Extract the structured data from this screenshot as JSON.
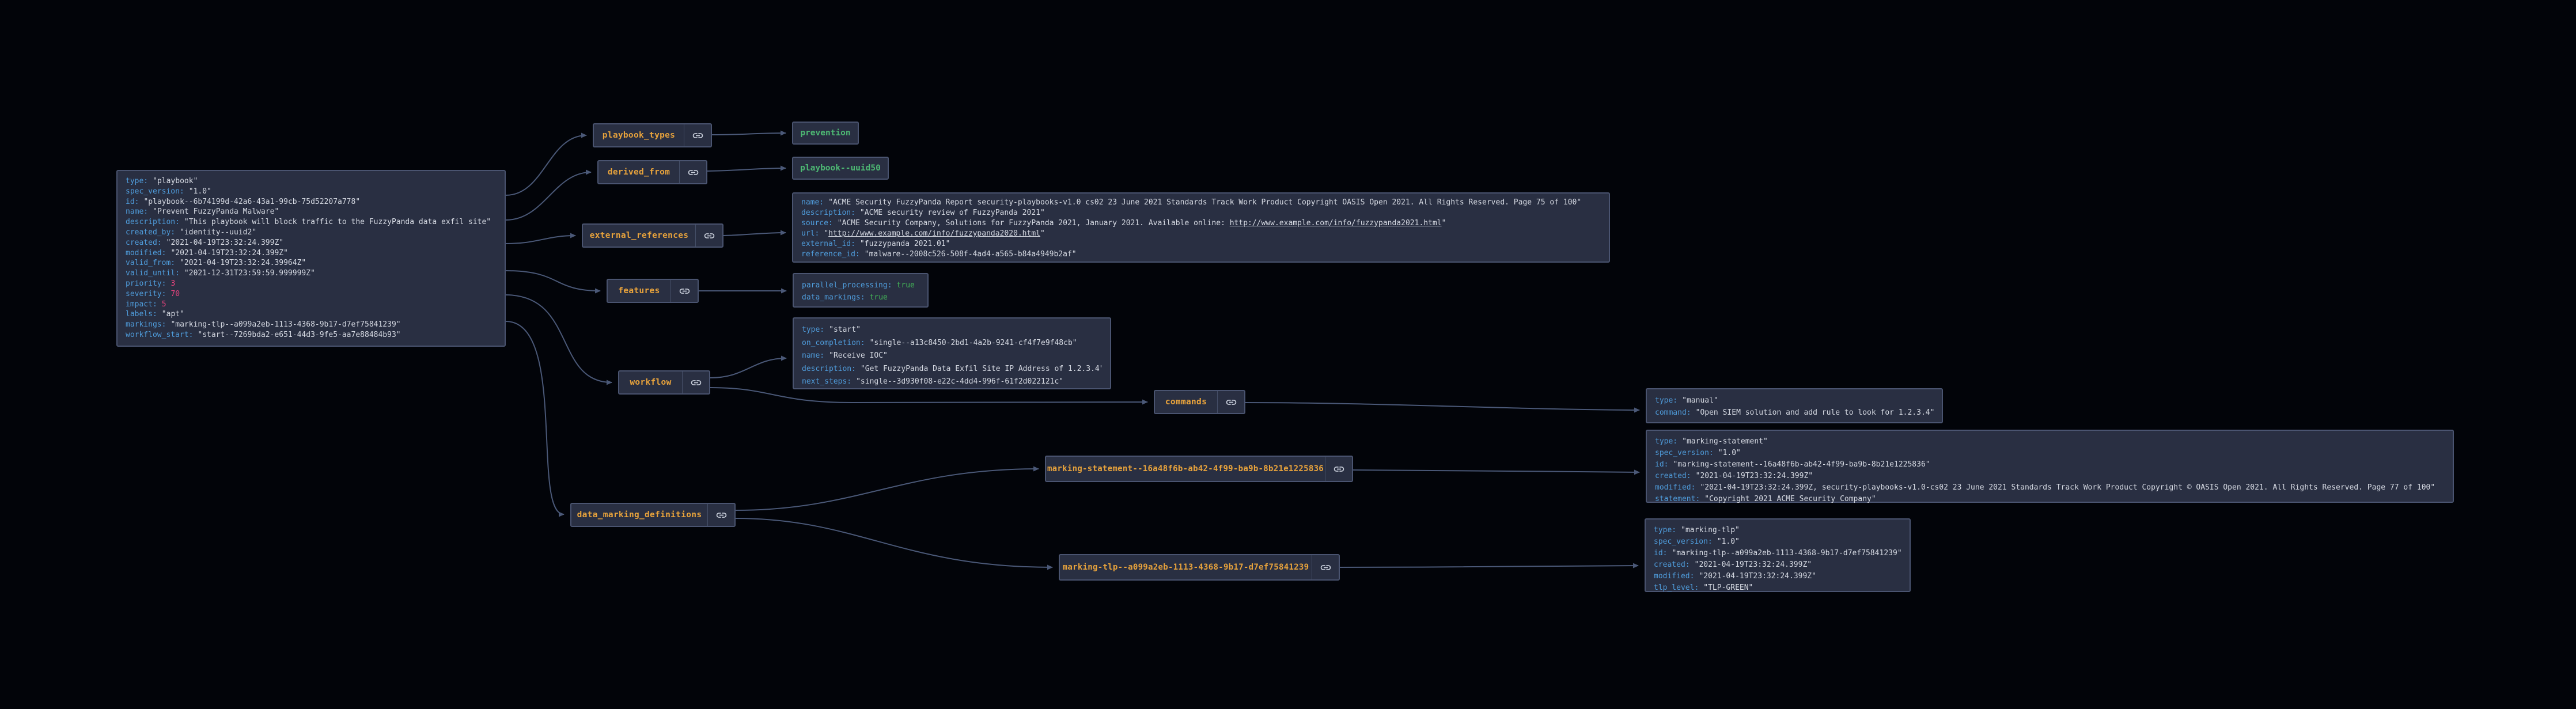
{
  "colors": {
    "background": "#020409",
    "node_fill": "#292f42",
    "node_border": "#4a5470",
    "edge": "#4a5877",
    "key_blue": "#4f9cdb",
    "value_light": "#d6dae3",
    "number_pink": "#e8447e",
    "boolean_green": "#43b457",
    "label_orange": "#e8a33c",
    "value_green": "#4db873",
    "icon_gray": "#c9cfdb"
  },
  "icons": {
    "link": "link-icon"
  },
  "playbook_node": {
    "lines": [
      {
        "key": "type:",
        "value": "\"playbook\""
      },
      {
        "key": "spec_version:",
        "value": "\"1.0\""
      },
      {
        "key": "id:",
        "value": "\"playbook--6b74199d-42a6-43a1-99cb-75d52207a778\""
      },
      {
        "key": "name:",
        "value": "\"Prevent FuzzyPanda Malware\""
      },
      {
        "key": "description:",
        "value": "\"This playbook will block traffic to the FuzzyPanda data exfil site\""
      },
      {
        "key": "created_by:",
        "value": "\"identity--uuid2\""
      },
      {
        "key": "created:",
        "value": "\"2021-04-19T23:32:24.399Z\""
      },
      {
        "key": "modified:",
        "value": "\"2021-04-19T23:32:24.399Z\""
      },
      {
        "key": "valid_from:",
        "value": "\"2021-04-19T23:32:24.39964Z\""
      },
      {
        "key": "valid_until:",
        "value": "\"2021-12-31T23:59:59.999999Z\""
      },
      {
        "key": "priority:",
        "value": "3"
      },
      {
        "key": "severity:",
        "value": "70"
      },
      {
        "key": "impact:",
        "value": "5"
      },
      {
        "key": "labels:",
        "value": "\"apt\""
      },
      {
        "key": "markings:",
        "value": "\"marking-tlp--a099a2eb-1113-4368-9b17-d7ef75841239\""
      },
      {
        "key": "workflow_start:",
        "value": "\"start--7269bda2-e651-44d3-9fe5-aa7e88484b93\""
      }
    ]
  },
  "labels": {
    "playbook_types": "playbook_types",
    "derived_from": "derived_from",
    "external_references": "external_references",
    "features": "features",
    "workflow": "workflow",
    "commands": "commands",
    "data_marking_definitions": "data_marking_definitions",
    "marking_statement": "marking-statement--16a48f6b-ab42-4f99-ba9b-8b21e1225836",
    "marking_tlp": "marking-tlp--a099a2eb-1113-4368-9b17-d7ef75841239"
  },
  "values": {
    "playbook_type": "prevention",
    "derived_from": "playbook--uuid50"
  },
  "external_references_node": {
    "lines": [
      {
        "key": "name:",
        "value": "\"ACME Security FuzzyPanda Report security-playbooks-v1.0 cs02 23 June 2021 Standards Track Work Product Copyright OASIS Open 2021. All Rights Reserved. Page 75 of 100\""
      },
      {
        "key": "description:",
        "value": "\"ACME security review of FuzzyPanda 2021\""
      },
      {
        "key": "source:",
        "pre": "\"ACME Security Company, Solutions for FuzzyPanda 2021, January 2021. Available online: ",
        "link": "http://www.example.com/info/fuzzypanda2021.html",
        "post": "\""
      },
      {
        "key": "url:",
        "pre": "\"",
        "link": "http://www.example.com/info/fuzzypanda2020.html",
        "post": "\""
      },
      {
        "key": "external_id:",
        "value": "\"fuzzypanda 2021.01\""
      },
      {
        "key": "reference_id:",
        "value": "\"malware--2008c526-508f-4ad4-a565-b84a4949b2af\""
      }
    ]
  },
  "features_node": {
    "lines": [
      {
        "key": "parallel_processing:",
        "value": "true"
      },
      {
        "key": "data_markings:",
        "value": "true"
      }
    ]
  },
  "workflow_start_node": {
    "lines": [
      {
        "key": "type:",
        "value": "\"start\""
      },
      {
        "key": "on_completion:",
        "value": "\"single--a13c8450-2bd1-4a2b-9241-cf4f7e9f48cb\""
      },
      {
        "key": "name:",
        "value": "\"Receive IOC\""
      },
      {
        "key": "description:",
        "value": "\"Get FuzzyPanda Data Exfil Site IP Address of 1.2.3.4\""
      },
      {
        "key": "next_steps:",
        "value": "\"single--3d930f08-e22c-4dd4-996f-61f2d022121c\""
      }
    ]
  },
  "commands_node": {
    "lines": [
      {
        "key": "type:",
        "value": "\"manual\""
      },
      {
        "key": "command:",
        "value": "\"Open SIEM solution and add rule to look for 1.2.3.4\""
      }
    ]
  },
  "marking_statement_node": {
    "lines": [
      {
        "key": "type:",
        "value": "\"marking-statement\""
      },
      {
        "key": "spec_version:",
        "value": "\"1.0\""
      },
      {
        "key": "id:",
        "value": "\"marking-statement--16a48f6b-ab42-4f99-ba9b-8b21e1225836\""
      },
      {
        "key": "created:",
        "value": "\"2021-04-19T23:32:24.399Z\""
      },
      {
        "key": "modified:",
        "value": "\"2021-04-19T23:32:24.399Z, security-playbooks-v1.0-cs02 23 June 2021 Standards Track Work Product Copyright © OASIS Open 2021. All Rights Reserved. Page 77 of 100\""
      },
      {
        "key": "statement:",
        "value": "\"Copyright 2021 ACME Security Company\""
      }
    ]
  },
  "marking_tlp_node": {
    "lines": [
      {
        "key": "type:",
        "value": "\"marking-tlp\""
      },
      {
        "key": "spec_version:",
        "value": "\"1.0\""
      },
      {
        "key": "id:",
        "value": "\"marking-tlp--a099a2eb-1113-4368-9b17-d7ef75841239\""
      },
      {
        "key": "created:",
        "value": "\"2021-04-19T23:32:24.399Z\""
      },
      {
        "key": "modified:",
        "value": "\"2021-04-19T23:32:24.399Z\""
      },
      {
        "key": "tlp_level:",
        "value": "\"TLP-GREEN\""
      }
    ]
  }
}
